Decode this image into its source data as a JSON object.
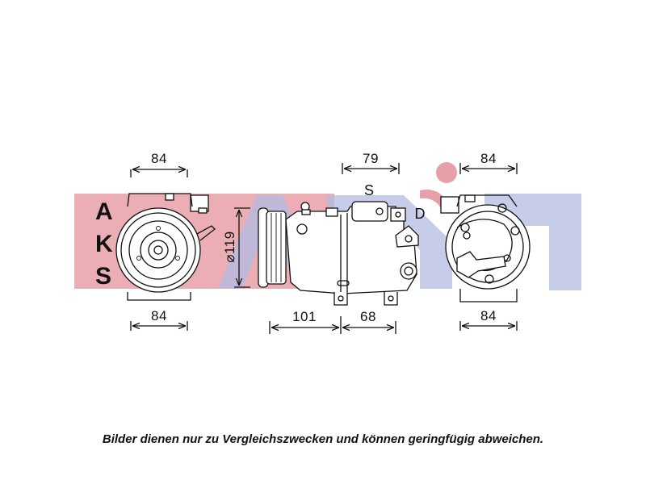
{
  "dimensions": {
    "front_top": "84",
    "front_bottom": "84",
    "side_diameter": "⌀119",
    "side_top": "79",
    "side_bottom_left": "101",
    "side_bottom_right": "68",
    "rear_top": "84",
    "rear_bottom": "84"
  },
  "ports": {
    "suction": "S",
    "discharge": "D"
  },
  "watermark": {
    "logo_text": "AKS",
    "brand_letters": [
      "A",
      "K",
      "S"
    ],
    "colors": {
      "red": "#e8a0a8",
      "blue": "#b4bbe0"
    }
  },
  "caption": "Bilder dienen nur zu Vergleichszwecken und können geringfügig abweichen."
}
